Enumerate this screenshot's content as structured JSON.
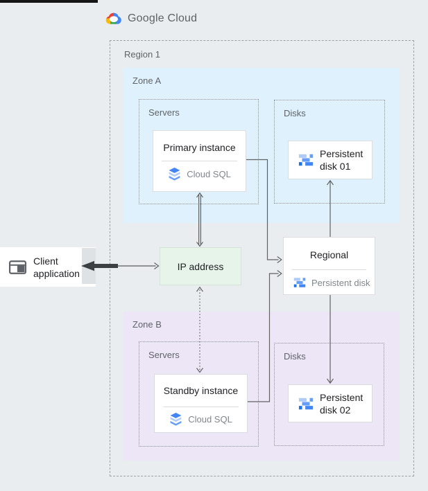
{
  "brand": {
    "name": "Google Cloud"
  },
  "region": {
    "label": "Region 1"
  },
  "zones": {
    "a": {
      "label": "Zone A",
      "servers": "Servers",
      "disks": "Disks",
      "bg": "#dff1fc"
    },
    "b": {
      "label": "Zone B",
      "servers": "Servers",
      "disks": "Disks",
      "bg": "#ede6f7"
    }
  },
  "nodes": {
    "client": {
      "label": "Client application"
    },
    "ip": {
      "label": "IP address",
      "bg": "#e6f4ea"
    },
    "primary": {
      "title": "Primary instance",
      "service": "Cloud SQL"
    },
    "standby": {
      "title": "Standby instance",
      "service": "Cloud SQL"
    },
    "regional": {
      "title": "Regional",
      "service": "Persistent disk"
    },
    "disk01": {
      "label": "Persistent disk 01"
    },
    "disk02": {
      "label": "Persistent disk 02"
    }
  },
  "icons": {
    "brand": "google-cloud-cloud-icon",
    "database": "cloud-sql-icon",
    "disk": "persistent-disk-icon",
    "client": "application-window-icon"
  },
  "colors": {
    "page_bg": "#e9edf0",
    "zone_a_bg": "#dff1fc",
    "zone_b_bg": "#ede6f7",
    "ip_bg": "#e6f4ea",
    "card_border": "#dadce0",
    "line_gray": "#616161",
    "label_gray": "#5f6368",
    "subtitle_gray": "#80868b",
    "text_dark": "#202124",
    "blue": "#4285f4",
    "blue_mid": "#669df6",
    "blue_light": "#aecbfa",
    "logo_red": "#ea4335",
    "logo_yellow": "#fbbc04",
    "logo_green": "#34a853"
  }
}
